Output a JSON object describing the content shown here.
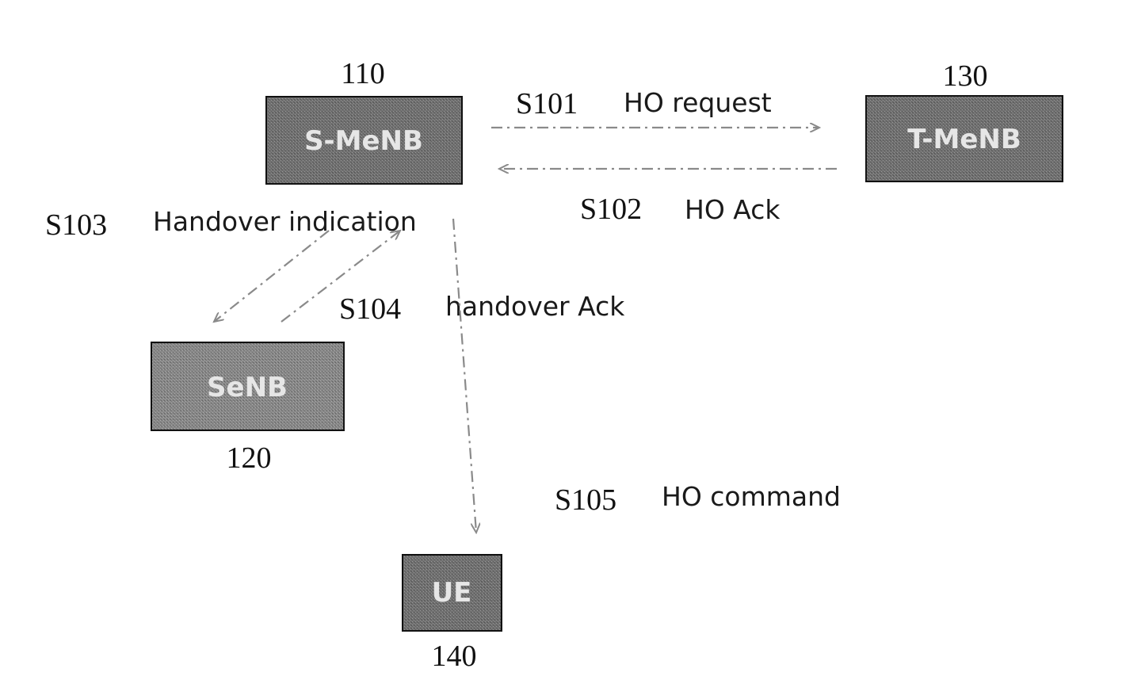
{
  "colors": {
    "node_fill": "#6e6e6e",
    "node_fill_light": "#858585",
    "arrow": "#8a8a8a"
  },
  "nodes": {
    "s_menb": {
      "label": "S-MeNB",
      "ref": "110"
    },
    "t_menb": {
      "label": "T-MeNB",
      "ref": "130"
    },
    "senb": {
      "label": "SeNB",
      "ref": "120"
    },
    "ue": {
      "label": "UE",
      "ref": "140"
    }
  },
  "messages": {
    "s101": {
      "step": "S101",
      "text": "HO request"
    },
    "s102": {
      "step": "S102",
      "text": "HO Ack"
    },
    "s103": {
      "step": "S103",
      "text": "Handover indication"
    },
    "s104": {
      "step": "S104",
      "text": "handover Ack"
    },
    "s105": {
      "step": "S105",
      "text": "HO command"
    }
  }
}
